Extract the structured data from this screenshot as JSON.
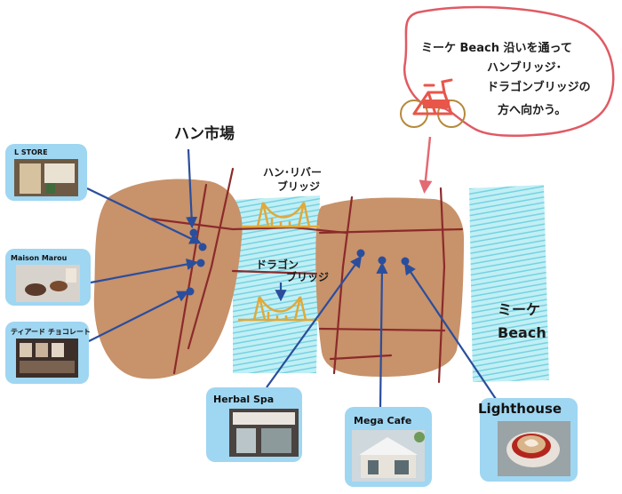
{
  "labels": {
    "han_market": "ハン市場",
    "han_river_bridge_1": "ハン･リバー",
    "han_river_bridge_2": "ブリッジ",
    "dragon_bridge_1": "ドラゴン",
    "dragon_bridge_2": "ブリッジ",
    "my_khe_beach_1": "ミーケ",
    "my_khe_beach_2": "Beach"
  },
  "speech": {
    "line1": "ミーケ Beach 沿いを通って",
    "line2": "ハンブリッジ･",
    "line3": "ドラゴンブリッジの",
    "line4": "方へ向かう。"
  },
  "places": [
    {
      "name": "L STORE"
    },
    {
      "name": "Maison Marou"
    },
    {
      "name": "ティアード チョコレート"
    },
    {
      "name": "Herbal Spa"
    },
    {
      "name": "Mega Cafe"
    },
    {
      "name": "Lighthouse"
    }
  ],
  "icons": [
    "bicycle-icon",
    "location-pin-icon"
  ],
  "colors": {
    "land": "#c8926a",
    "river": "#7fd6e2",
    "road": "#8b2a2a",
    "pointer": "#2a4e9c",
    "card": "#9fd6f2",
    "bubble": "#e05a63",
    "bike": "#e8564a"
  }
}
